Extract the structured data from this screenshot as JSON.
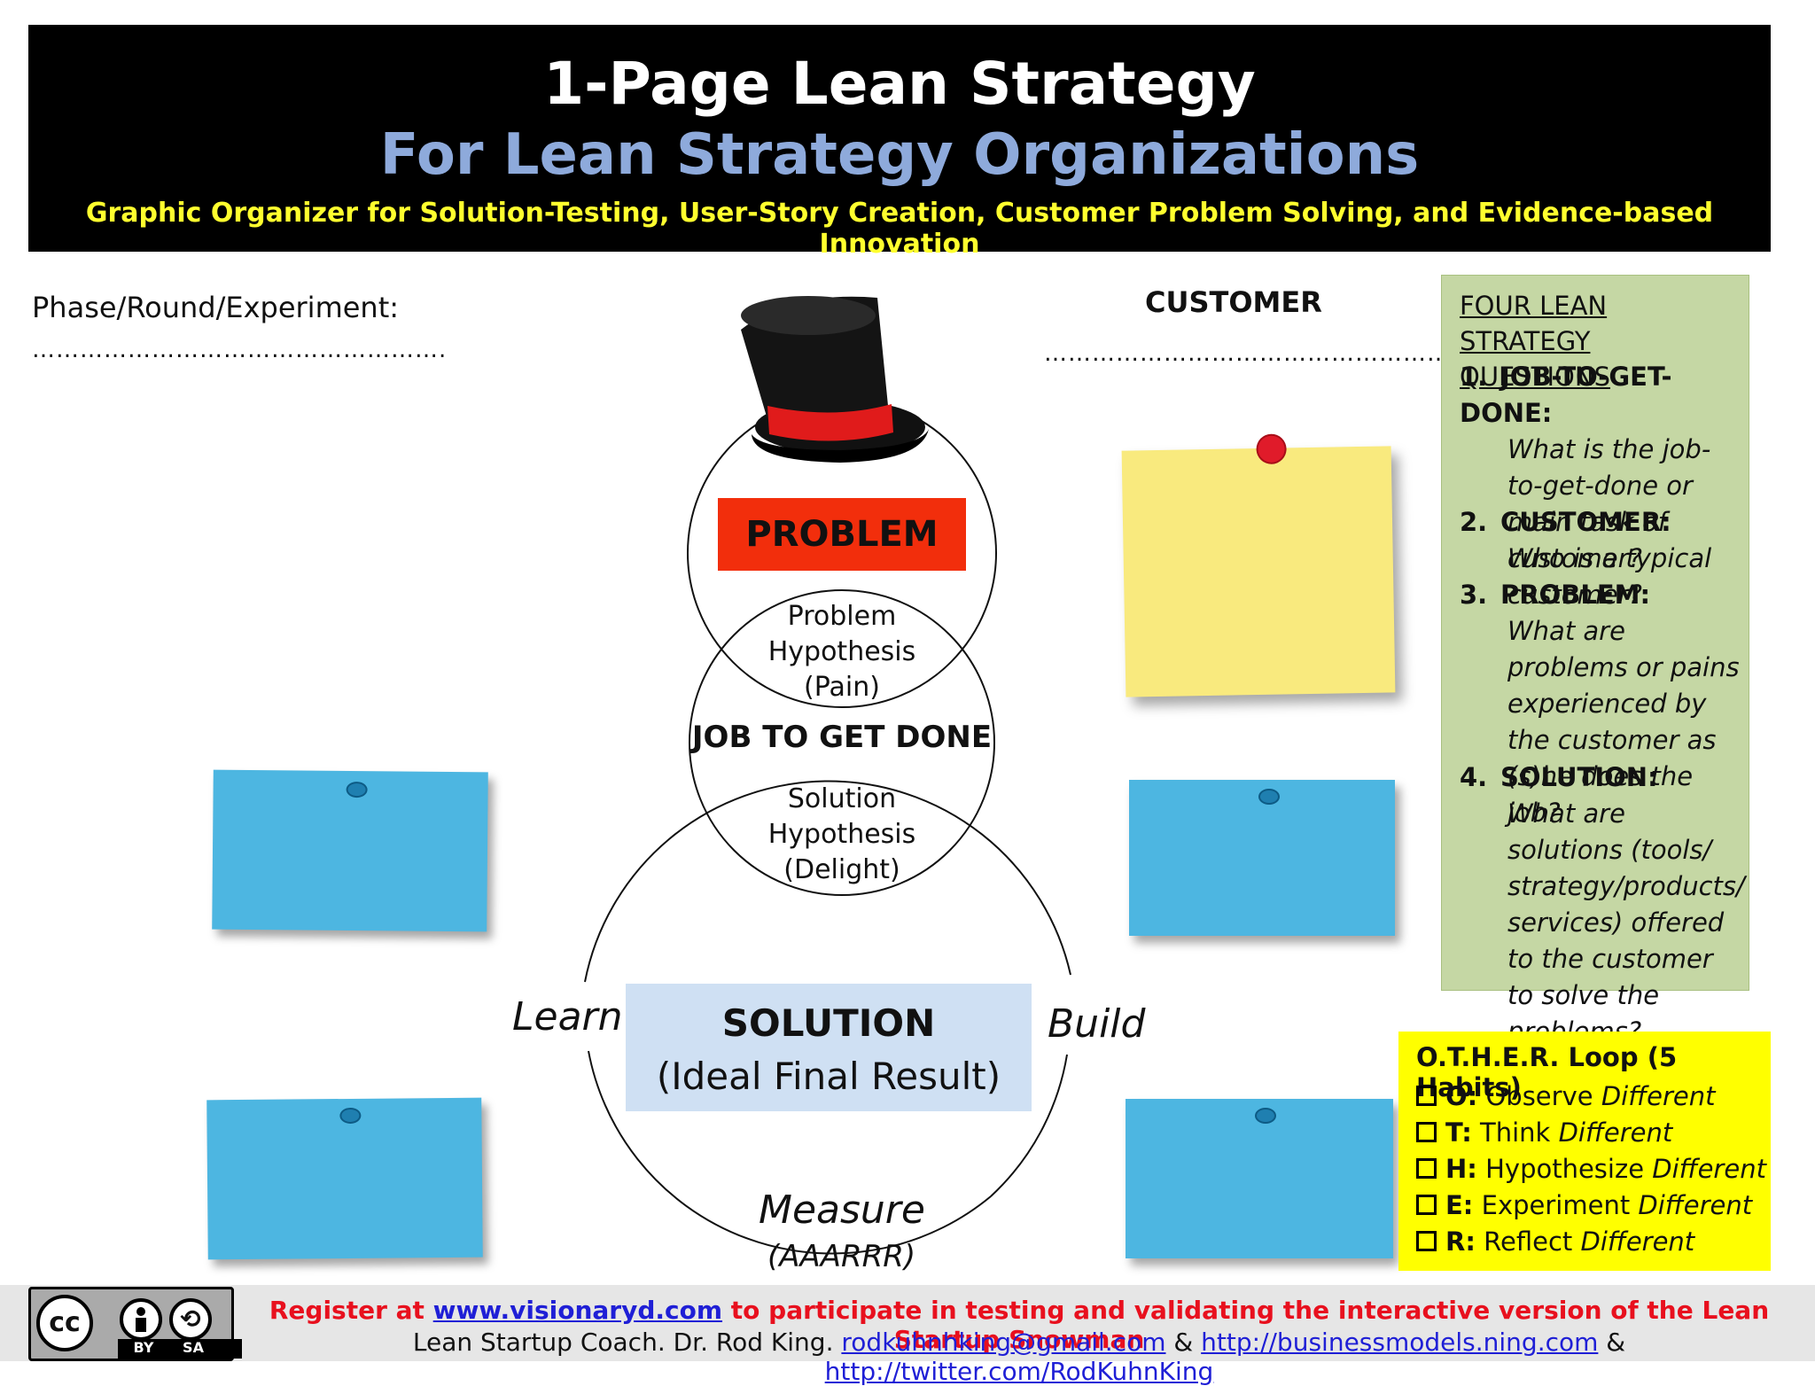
{
  "header": {
    "title": "1-Page Lean Strategy",
    "subtitle": "For Lean Strategy Organizations",
    "tagline": "Graphic Organizer for Solution-Testing, User-Story Creation, Customer Problem Solving, and Evidence-based Innovation"
  },
  "phase": {
    "label": "Phase/Round/Experiment:",
    "blank": "……………………………………………."
  },
  "customer": {
    "label": "CUSTOMER",
    "blank": "…………………………………………….."
  },
  "diagram": {
    "problem": "PROBLEM",
    "problem_hypothesis": [
      "Problem",
      "Hypothesis",
      "(Pain)"
    ],
    "job": "JOB TO GET DONE",
    "solution_hypothesis": [
      "Solution",
      "Hypothesis",
      "(Delight)"
    ],
    "solution_title": "SOLUTION",
    "solution_sub": "(Ideal Final Result)",
    "learn": "Learn",
    "build": "Build",
    "measure": "Measure",
    "measure_sub": "(AAARRR)"
  },
  "questions": {
    "heading": "FOUR LEAN STRATEGY QUESTIONS",
    "items": [
      {
        "num": "1.",
        "key": "JOB-TO-GET-DONE:",
        "text": "What is the job-to-get-done or main task of customer?"
      },
      {
        "num": "2.",
        "key": "CUSTOMER:",
        "text": "Who is a typical customer?"
      },
      {
        "num": "3.",
        "key": "PROBLEM:",
        "text": "What are problems or pains experienced by the customer as (s)he does the job?"
      },
      {
        "num": "4.",
        "key": "SOLUTION:",
        "text": "What are solutions (tools/ strategy/products/ services) offered to the customer to solve the problems?"
      }
    ]
  },
  "other_loop": {
    "heading": "O.T.H.E.R. Loop (5 Habits)",
    "items": [
      {
        "key": "O:",
        "word": "Observe",
        "diff": "Different"
      },
      {
        "key": "T:",
        "word": "Think",
        "diff": "Different"
      },
      {
        "key": "H:",
        "word": "Hypothesize",
        "diff": "Different"
      },
      {
        "key": "E:",
        "word": "Experiment",
        "diff": "Different"
      },
      {
        "key": "R:",
        "word": "Reflect",
        "diff": "Different"
      }
    ]
  },
  "footer": {
    "line1_pre": "Register at ",
    "line1_link": "www.visionaryd.com",
    "line1_post": " to participate in testing and validating the interactive version of the Lean Startup Snowman",
    "line2_pre": "Lean Startup Coach. Dr. Rod King. ",
    "email": "rodkuhnhking@gmail.com",
    "amp1": " & ",
    "ning": "http://businessmodels.ning.com",
    "amp2": " & ",
    "twitter": "http://twitter.com/RodKuhnKing"
  },
  "license": {
    "cc": "cc",
    "by": "BY",
    "sa": "SA"
  },
  "colors": {
    "header_bg": "#000000",
    "subtitle": "#8eaadb",
    "tagline": "#ffff2e",
    "problem_box": "#f22e0c",
    "solution_box": "#cfe0f3",
    "questions_panel": "#c5d7a4",
    "other_panel": "#ffff00",
    "sticky_blue": "#4db6e1",
    "sticky_yellow": "#f9ea7e"
  }
}
